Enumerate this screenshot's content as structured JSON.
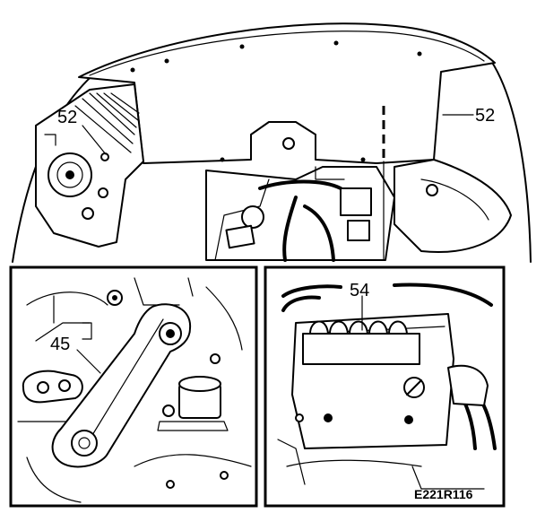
{
  "callouts": {
    "main_left": "52",
    "main_right": "52",
    "inset_left": "45",
    "inset_right": "54"
  },
  "figure_code": "E221R116"
}
